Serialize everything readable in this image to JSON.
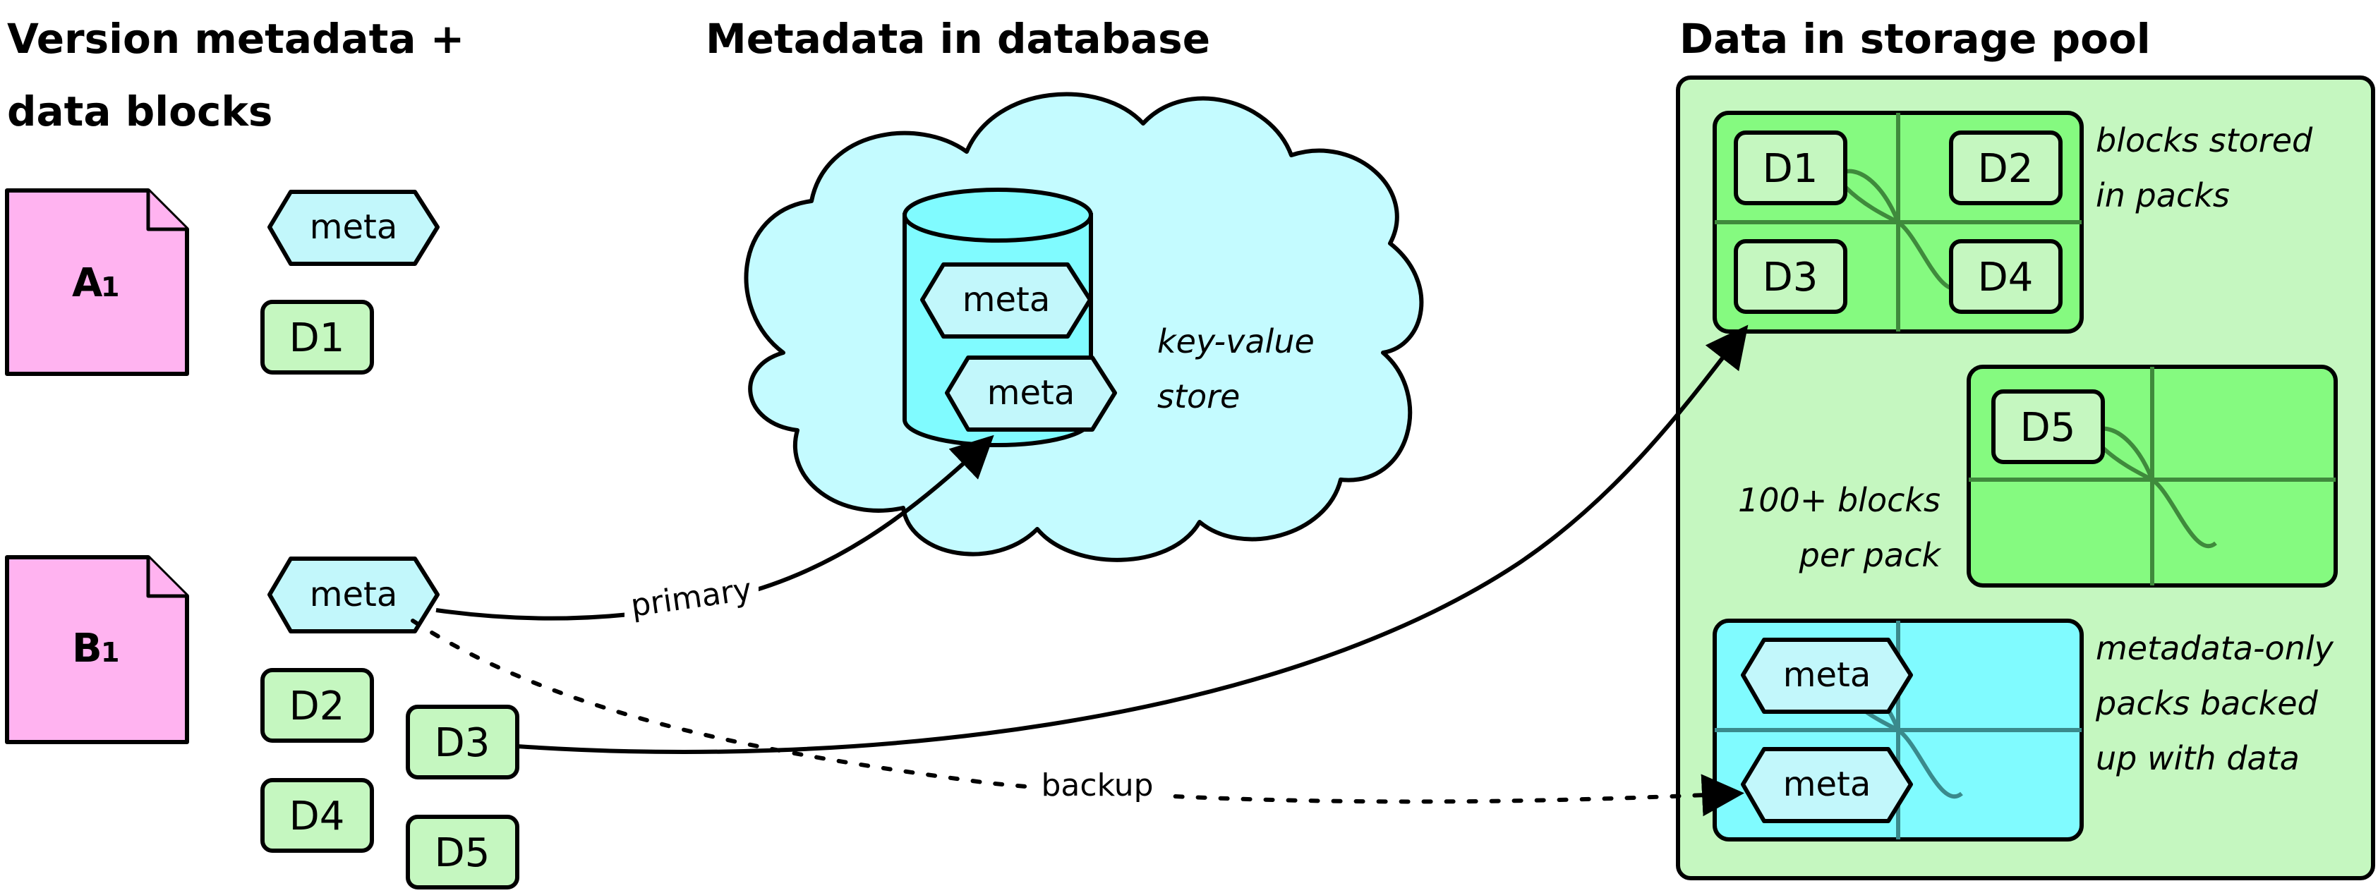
{
  "headings": {
    "left_line1": "Version metadata +",
    "left_line2": "data blocks",
    "middle": "Metadata in database",
    "right": "Data in storage pool"
  },
  "documents": {
    "a": {
      "letter": "A",
      "sub": "1"
    },
    "b": {
      "letter": "B",
      "sub": "1"
    }
  },
  "meta_label": "meta",
  "blocks": {
    "d1": "D1",
    "d2": "D2",
    "d3": "D3",
    "d4": "D4",
    "d5": "D5"
  },
  "database_note": {
    "line1": "key-value",
    "line2": "store"
  },
  "storage_notes": {
    "pack1_line1": "blocks stored",
    "pack1_line2": "in packs",
    "pack2_line1": "100+ blocks",
    "pack2_line2": "per pack",
    "pack3_line1": "metadata-only",
    "pack3_line2": "packs backed",
    "pack3_line3": "up with data"
  },
  "edges": {
    "primary": "primary",
    "backup": "backup"
  },
  "colors": {
    "document_fill": "#ffb3f0",
    "meta_fill": "#c2f7fb",
    "block_fill": "#c5f7c0",
    "cloud_fill": "#c4fbff",
    "db_fill": "#80fbff",
    "pool_fill": "#c5f7c0",
    "pack_green": "#85fa80",
    "pack_cyan": "#80fbff"
  }
}
